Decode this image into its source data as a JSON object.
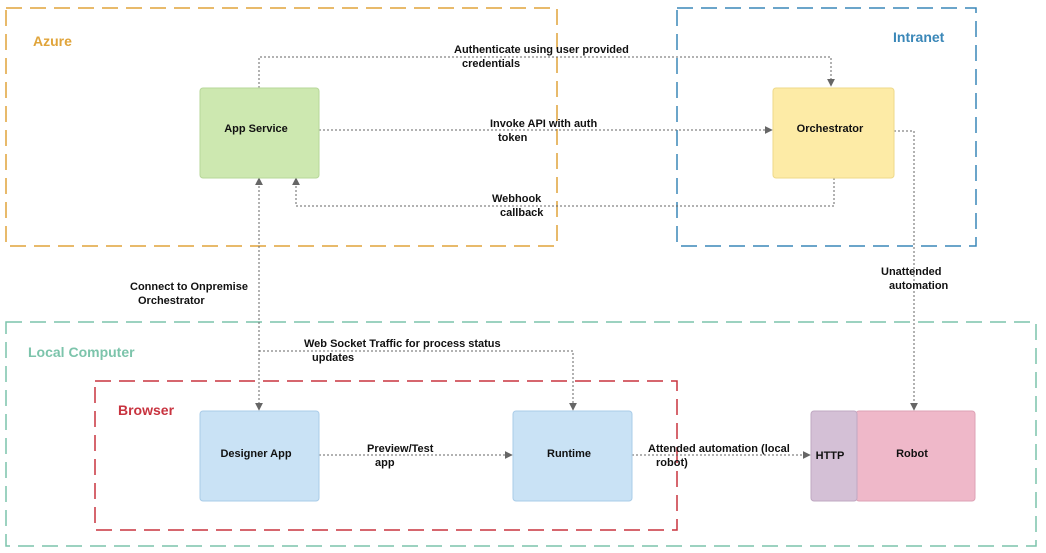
{
  "colors": {
    "azure": "#E0A43A",
    "intranet": "#3A87B8",
    "local": "#7CC4AB",
    "browser": "#C8333F",
    "app_service_fill": "#CDE8B0",
    "orchestrator_fill": "#FDEBA6",
    "blue_fill": "#C9E2F5",
    "http_fill": "#D4C0D6",
    "robot_fill": "#EFB8C9",
    "edge": "#666666"
  },
  "regions": {
    "azure": "Azure",
    "intranet": "Intranet",
    "local_computer": "Local Computer",
    "browser": "Browser"
  },
  "nodes": {
    "app_service": "App Service",
    "orchestrator": "Orchestrator",
    "designer_app": "Designer App",
    "runtime": "Runtime",
    "http": "HTTP",
    "robot": "Robot"
  },
  "edges": {
    "authenticate": [
      "Authenticate using user provided",
      "credentials"
    ],
    "invoke_api": [
      "Invoke API with auth",
      "token"
    ],
    "webhook": [
      "Webhook",
      "callback"
    ],
    "connect_onpremise": [
      "Connect to Onpremise",
      "Orchestrator"
    ],
    "web_socket": [
      "Web Socket Traffic for process status",
      "updates"
    ],
    "preview_test": [
      "Preview/Test",
      "app"
    ],
    "attended": [
      "Attended automation (local",
      "robot)"
    ],
    "unattended": [
      "Unattended",
      "automation"
    ]
  }
}
